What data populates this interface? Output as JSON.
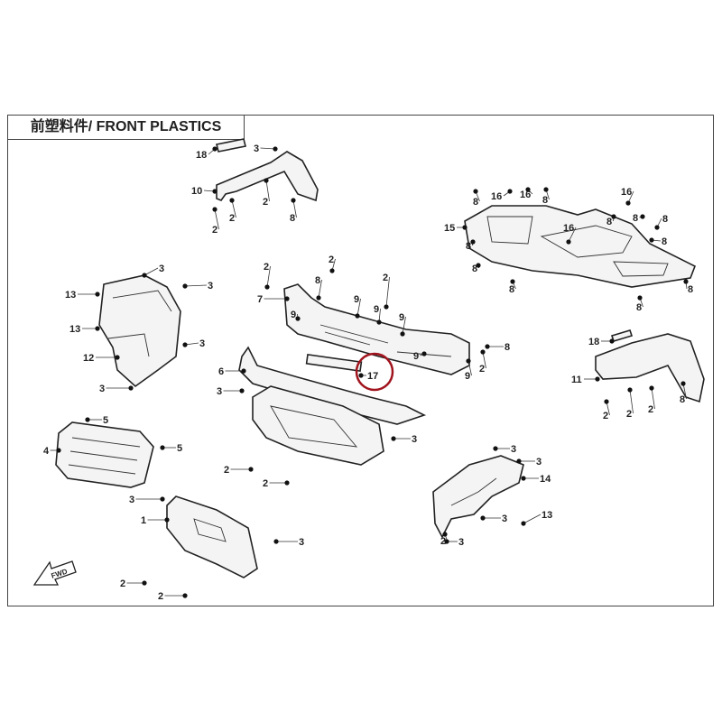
{
  "title": "前塑料件/ FRONT PLASTICS",
  "fwd_label": "FWD",
  "highlight_color": "#a0141e",
  "callouts": [
    "18",
    "3",
    "10",
    "2",
    "2",
    "2",
    "8",
    "16",
    "16",
    "16",
    "16",
    "15",
    "8",
    "8",
    "8",
    "8",
    "8",
    "8",
    "8",
    "8",
    "8",
    "8",
    "8",
    "13",
    "13",
    "12",
    "3",
    "3",
    "3",
    "3",
    "7",
    "2",
    "8",
    "2",
    "2",
    "9",
    "9",
    "9",
    "9",
    "9",
    "8",
    "2",
    "9",
    "17",
    "6",
    "3",
    "18",
    "11",
    "2",
    "2",
    "2",
    "8",
    "5",
    "5",
    "4",
    "3",
    "2",
    "2",
    "3",
    "1",
    "3",
    "2",
    "2",
    "3",
    "3",
    "14",
    "3",
    "13",
    "2",
    "3"
  ]
}
